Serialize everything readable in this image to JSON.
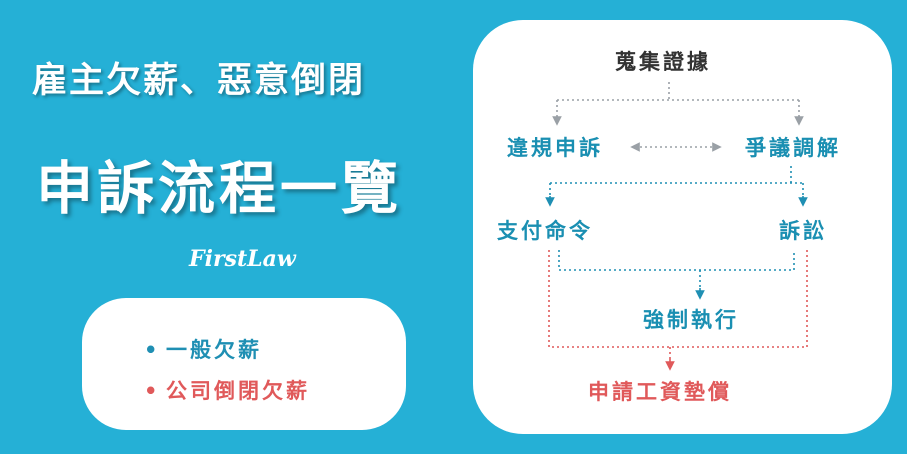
{
  "header": {
    "title_line1": "雇主欠薪、惡意倒閉",
    "title_line2": "申訴流程一覽",
    "brand": "FirstLaw"
  },
  "legend": {
    "items": [
      {
        "bullet": "•",
        "label": "一般欠薪"
      },
      {
        "bullet": "•",
        "label": "公司倒閉欠薪"
      }
    ]
  },
  "flow": {
    "nodes": {
      "evidence": "蒐集證據",
      "violation_complaint": "違規申訴",
      "labor_dispute": "爭議調解",
      "payment_order": "支付命令",
      "lawsuit": "訴訟",
      "enforcement": "強制執行",
      "wage_advance": "申請工資墊償"
    }
  },
  "colors": {
    "background": "#25b0d6",
    "general_path": "#1f8fb3",
    "closure_path": "#e0595a",
    "evidence_text": "#333333",
    "neutral_connector": "#9aa0a6"
  }
}
